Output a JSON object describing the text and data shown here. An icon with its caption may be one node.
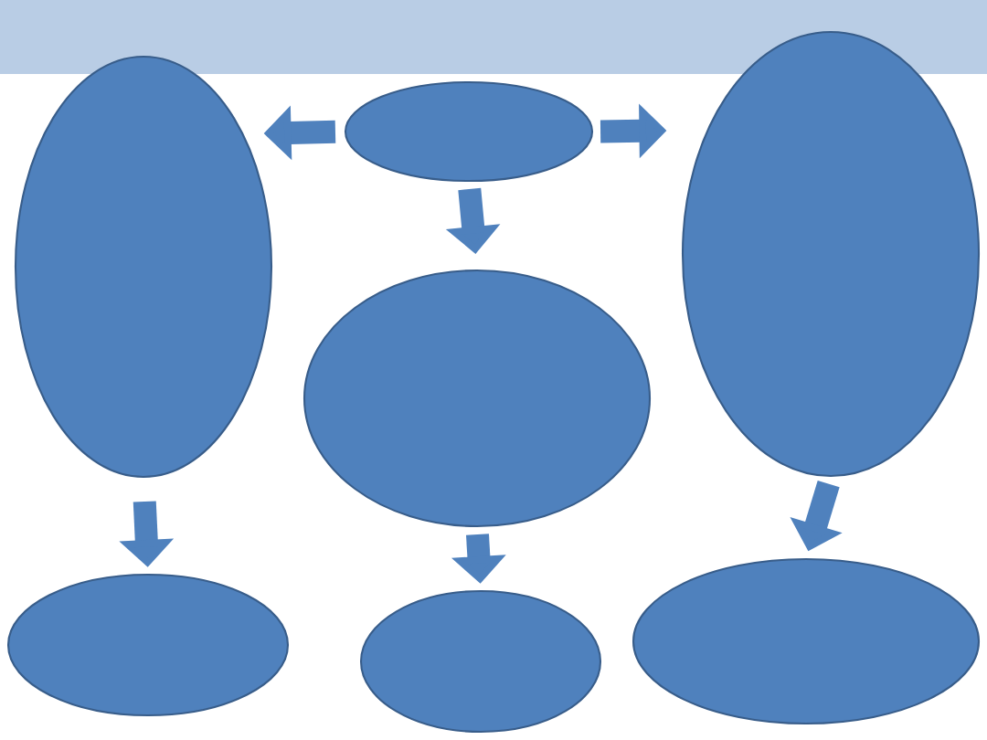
{
  "diagram": {
    "nodes": [
      {
        "text": [],
        "shape": "ellipse"
      },
      {
        "text": [],
        "shape": "ellipse"
      },
      {
        "text": [],
        "shape": "ellipse"
      },
      {
        "text": [],
        "shape": "ellipse"
      },
      {
        "text": [],
        "shape": "ellipse"
      },
      {
        "text": [],
        "shape": "ellipse"
      },
      {
        "text": [],
        "shape": "ellipse"
      }
    ],
    "edges": [
      {
        "from": 1,
        "to": 0,
        "arrow": "to"
      },
      {
        "from": 1,
        "to": 2,
        "arrow": "to"
      },
      {
        "from": 1,
        "to": 3,
        "arrow": "to"
      },
      {
        "from": 0,
        "to": 4,
        "arrow": "to"
      },
      {
        "from": 3,
        "to": 5,
        "arrow": "to"
      },
      {
        "from": 2,
        "to": 6,
        "arrow": "to"
      }
    ]
  }
}
